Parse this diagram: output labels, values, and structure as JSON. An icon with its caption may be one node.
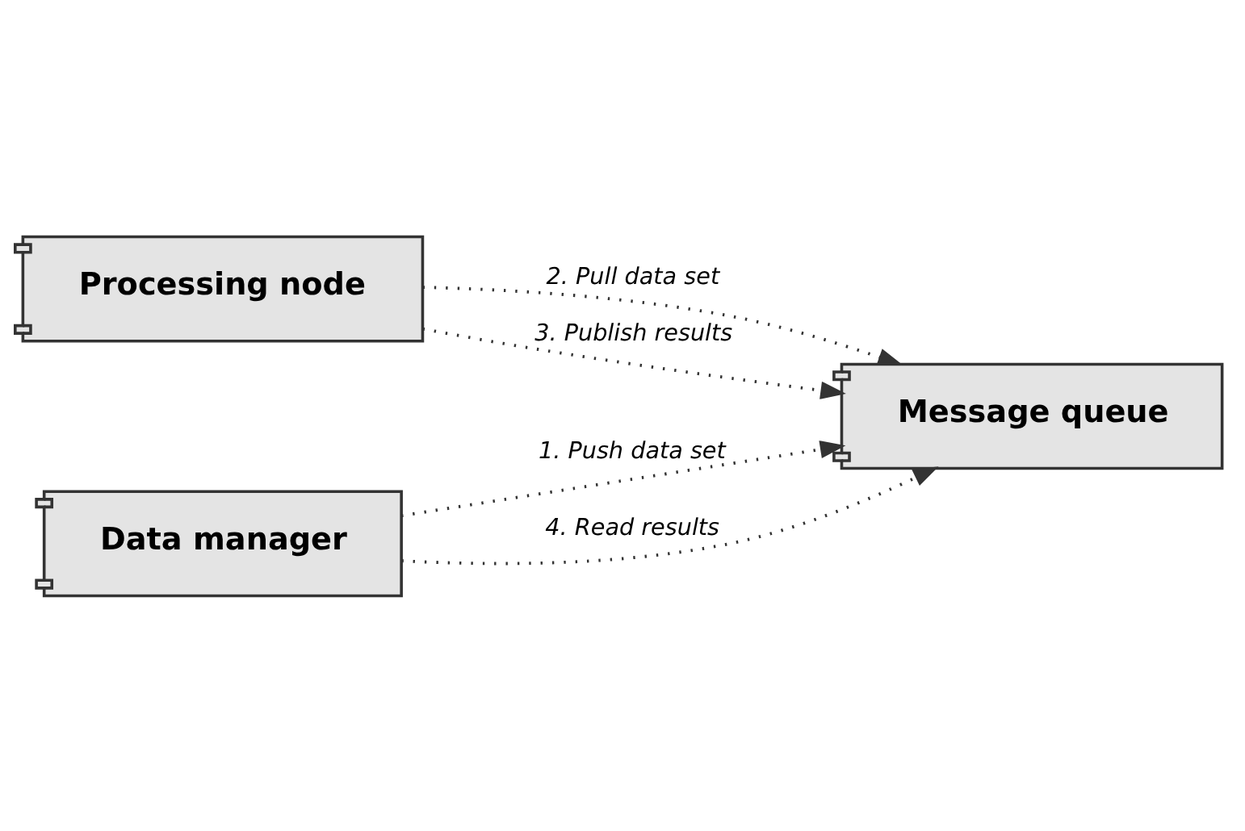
{
  "diagram": {
    "nodes": [
      {
        "text": [
          "Processing node"
        ]
      },
      {
        "text": [
          "Message queue"
        ]
      },
      {
        "text": [
          "Data manager"
        ]
      }
    ],
    "edges": [
      {
        "from": 0,
        "to": 1,
        "arrow": "to",
        "label": "2. Pull data set"
      },
      {
        "from": 0,
        "to": 1,
        "arrow": "to",
        "label": "3. Publish results"
      },
      {
        "from": 2,
        "to": 1,
        "arrow": "to",
        "label": "1. Push data set"
      },
      {
        "from": 2,
        "to": 1,
        "arrow": "to",
        "label": "4. Read results"
      }
    ]
  }
}
